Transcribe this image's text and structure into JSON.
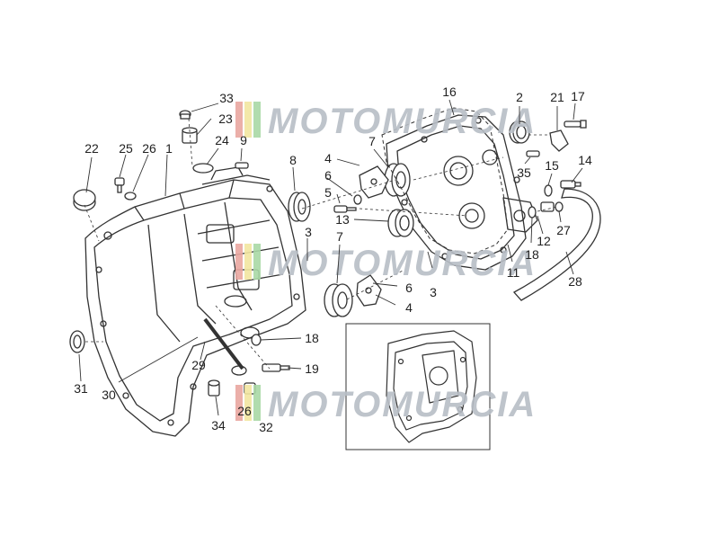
{
  "watermark": {
    "text": "MOTOMURCIA",
    "stripe_colors": [
      "#e9a7a0",
      "#f2e6a0",
      "#a9d9a6"
    ],
    "text_color": "#b8bec6"
  },
  "callouts": [
    "1",
    "2",
    "3",
    "3",
    "4",
    "4",
    "5",
    "6",
    "6",
    "7",
    "7",
    "8",
    "9",
    "11",
    "12",
    "13",
    "14",
    "15",
    "16",
    "17",
    "18",
    "18",
    "19",
    "21",
    "22",
    "23",
    "24",
    "25",
    "26",
    "26",
    "27",
    "28",
    "29",
    "30",
    "31",
    "32",
    "33",
    "34",
    "35"
  ],
  "colors": {
    "line": "#333333",
    "callout": "#222222"
  }
}
